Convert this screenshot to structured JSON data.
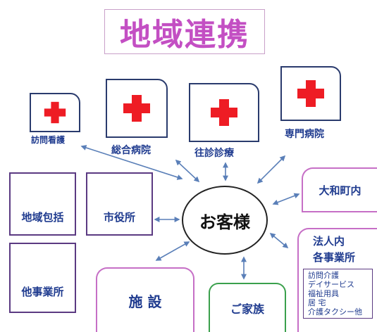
{
  "title": "地域連携",
  "center": "お客様",
  "medical": [
    {
      "label": "訪問看護"
    },
    {
      "label": "総合病院"
    },
    {
      "label": "往診診療"
    },
    {
      "label": "専門病院"
    }
  ],
  "left_boxes": {
    "chiiki": "地域包括",
    "shiyakusho": "市役所",
    "tajigyo": "他事業所"
  },
  "bottom": {
    "shisetsu": "施 設",
    "gokazoku": "ご家族"
  },
  "right": {
    "yamato": "大和町内",
    "houjin_line1": "法人内",
    "houjin_line2": "各事業所",
    "services": [
      "訪問介護",
      "デイサービス",
      "福祉用具",
      "居 宅",
      "介護タクシー他"
    ]
  },
  "colors": {
    "title": "#c34fc3",
    "cross": "#ee1c24",
    "label": "#1f3b8f",
    "arrow": "#5a7fb8"
  }
}
